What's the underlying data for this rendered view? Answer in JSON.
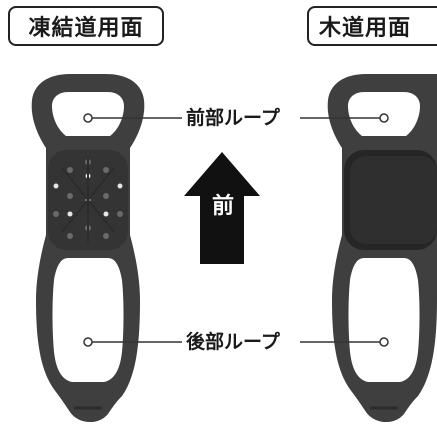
{
  "labels": {
    "left_title": "凍結道用面",
    "right_title": "木道用面",
    "front_loop": "前部ループ",
    "rear_loop": "後部ループ",
    "arrow_text": "前"
  },
  "colors": {
    "rubber": "#3f3f3f",
    "rubber_dark": "#2c2c2c",
    "pad": "#262626",
    "arrow": "#111111",
    "line": "#333333"
  }
}
